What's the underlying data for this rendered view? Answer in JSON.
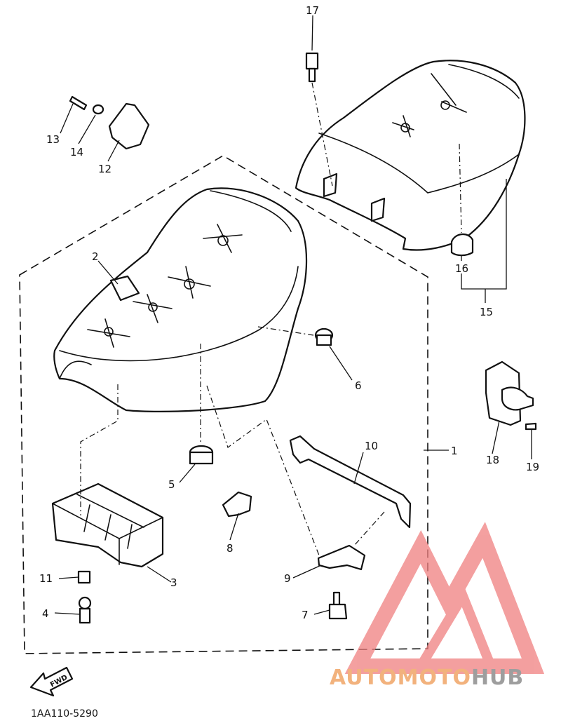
{
  "diagram": {
    "part_labels": [
      "1",
      "2",
      "3",
      "4",
      "5",
      "6",
      "7",
      "8",
      "9",
      "10",
      "11",
      "12",
      "13",
      "14",
      "15",
      "16",
      "17",
      "18",
      "19"
    ],
    "fwd_label": "FWD",
    "drawing_code": "1AA110-5290"
  },
  "watermark": {
    "text_part1": "AUTOMOTO",
    "text_part2": "HUB",
    "colors": {
      "primary": "#f08080",
      "secondary": "#f2b27d",
      "gray": "#9e9e9e"
    }
  }
}
